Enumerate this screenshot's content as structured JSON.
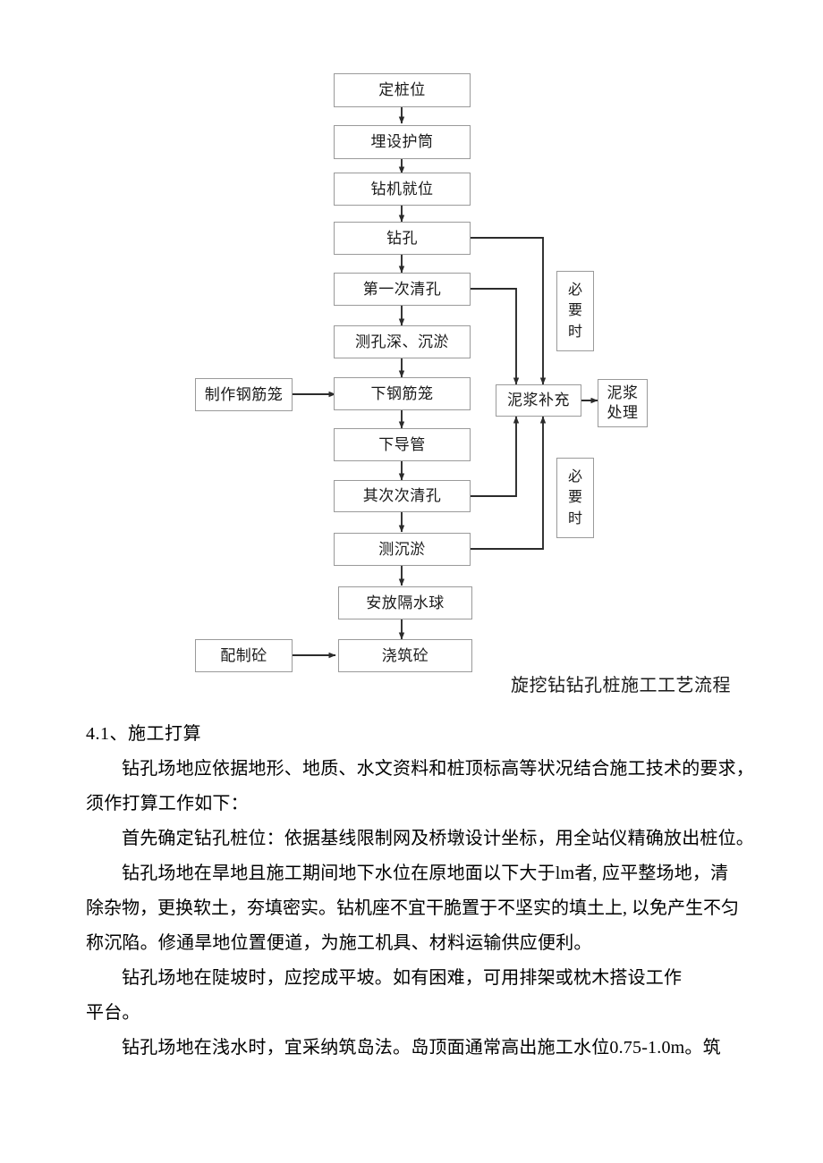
{
  "flowchart": {
    "caption": "旋挖钻钻孔桩施工工艺流程",
    "nodes": {
      "ding_zhuang_wei": "定桩位",
      "mai_she_hu_tong": "埋设护筒",
      "zuan_ji_jiu_wei": "钻机就位",
      "zuan_kong": "钻孔",
      "di_yi_ci_qing_kong": "第一次清孔",
      "ce_kong_shen_chen_yu": "测孔深、沉淤",
      "zhi_zuo_gang_jin_long": "制作钢筋笼",
      "xia_gang_jin_long": "下钢筋笼",
      "xia_dao_guan": "下导管",
      "qi_ci_ci_qing_kong": "其次次清孔",
      "ce_chen_yu": "测沉淤",
      "an_fang_ge_shui_qiu": "安放隔水球",
      "pei_zhi_tong": "配制砼",
      "jiao_zhu_tong": "浇筑砼",
      "ni_jiang_bu_chong": "泥浆补充",
      "ni_jiang_chu_li_line1": "泥浆",
      "ni_jiang_chu_li_line2": "处理",
      "bi_yao_shi_1_c1": "必",
      "bi_yao_shi_1_c2": "要",
      "bi_yao_shi_1_c3": "时",
      "bi_yao_shi_2_c1": "必",
      "bi_yao_shi_2_c2": "要",
      "bi_yao_shi_2_c3": "时"
    }
  },
  "document": {
    "section_heading": "4.1、施工打算",
    "paragraphs": [
      "钻孔场地应依据地形、地质、水文资料和桩顶标高等状况结合施工技术的要求，",
      "须作打算工作如下：",
      "首先确定钻孔桩位：依据基线限制网及桥墩设计坐标，用全站仪精确放出桩位。",
      "钻孔场地在旱地且施工期间地下水位在原地面以下大于lm者, 应平整场地，清",
      "除杂物，更换软土，夯填密实。钻机座不宜干脆置于不坚实的填土上, 以免产生不匀",
      "称沉陷。修通旱地位置便道，为施工机具、材料运输供应便利。",
      "钻孔场地在陡坡时，应挖成平坡。如有困难，可用排架或枕木搭设工作",
      "平台。",
      "钻孔场地在浅水时，宜采纳筑岛法。岛顶面通常高出施工水位0.75-1.0m。筑"
    ]
  },
  "colors": {
    "box_border": "#9a9a9a",
    "line": "#2b2b2b",
    "text": "#1a1a1a",
    "background": "#ffffff"
  }
}
